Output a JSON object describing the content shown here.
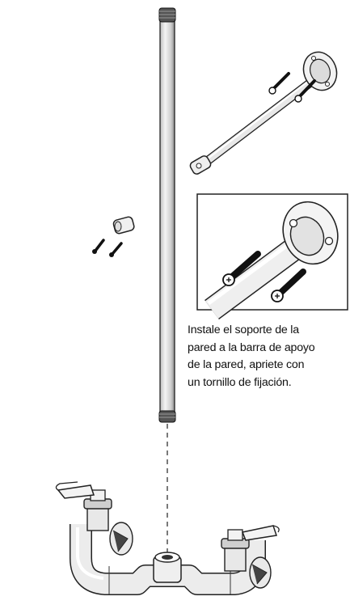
{
  "caption": {
    "lines": [
      "Instale el soporte de la",
      "pared a la barra de apoyo",
      "de la pared, apriete con",
      "un tornillo de fijación."
    ]
  }
}
